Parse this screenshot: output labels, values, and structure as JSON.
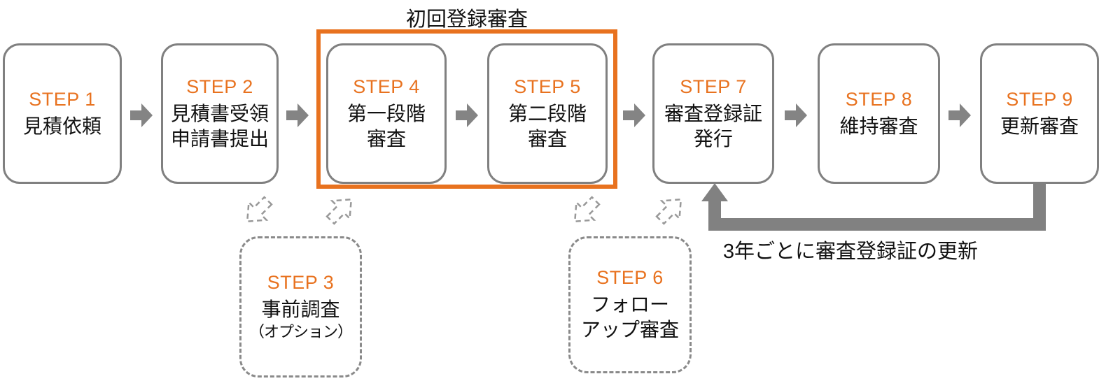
{
  "diagram_title": "初回登録審査",
  "renewal_note": "3年ごとに審査登録証の更新",
  "colors": {
    "accent_orange": "#e8721f",
    "box_border_gray": "#808080",
    "arrow_gray": "#848484",
    "loop_arrow_gray": "#818181",
    "text_black": "#111111"
  },
  "steps": [
    {
      "label": "STEP 1",
      "lines": [
        "見積依頼"
      ]
    },
    {
      "label": "STEP 2",
      "lines": [
        "見積書受領",
        "申請書提出"
      ]
    },
    {
      "label": "STEP 3",
      "lines": [
        "事前調査",
        "（オプション）"
      ]
    },
    {
      "label": "STEP 4",
      "lines": [
        "第一段階",
        "審査"
      ]
    },
    {
      "label": "STEP 5",
      "lines": [
        "第二段階",
        "審査"
      ]
    },
    {
      "label": "STEP 6",
      "lines": [
        "フォロー",
        "アップ審査"
      ]
    },
    {
      "label": "STEP 7",
      "lines": [
        "審査登録証",
        "発行"
      ]
    },
    {
      "label": "STEP 8",
      "lines": [
        "維持審査"
      ]
    },
    {
      "label": "STEP 9",
      "lines": [
        "更新審査"
      ]
    }
  ]
}
